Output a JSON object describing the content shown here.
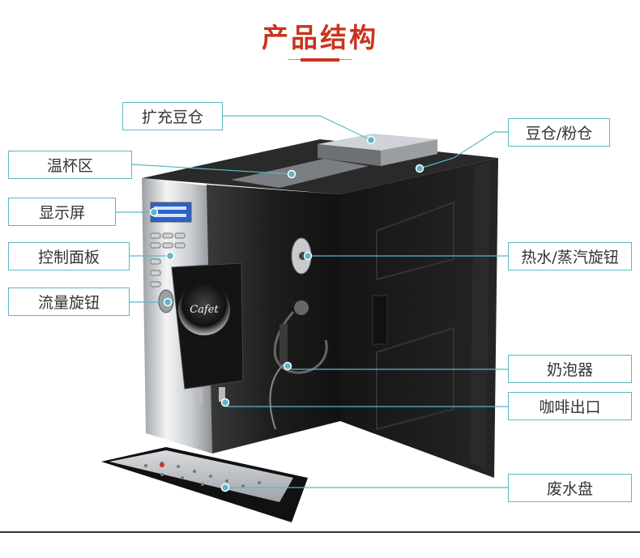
{
  "title": "产品结构",
  "labels": {
    "bean_hopper_ext": "扩充豆仓",
    "cup_warmer": "温杯区",
    "display": "显示屏",
    "control_panel": "控制面板",
    "flow_knob": "流量旋钮",
    "bean_powder_bin": "豆仓/粉仓",
    "hot_water_steam_knob": "热水/蒸汽旋钮",
    "milk_frother": "奶泡器",
    "coffee_outlet": "咖啡出口",
    "drip_tray": "废水盘"
  },
  "machine": {
    "brand": "Cafet"
  },
  "colors": {
    "title": "#c9341e",
    "label_border": "#5bb7c6",
    "machine_body": "#1c1c1c"
  }
}
